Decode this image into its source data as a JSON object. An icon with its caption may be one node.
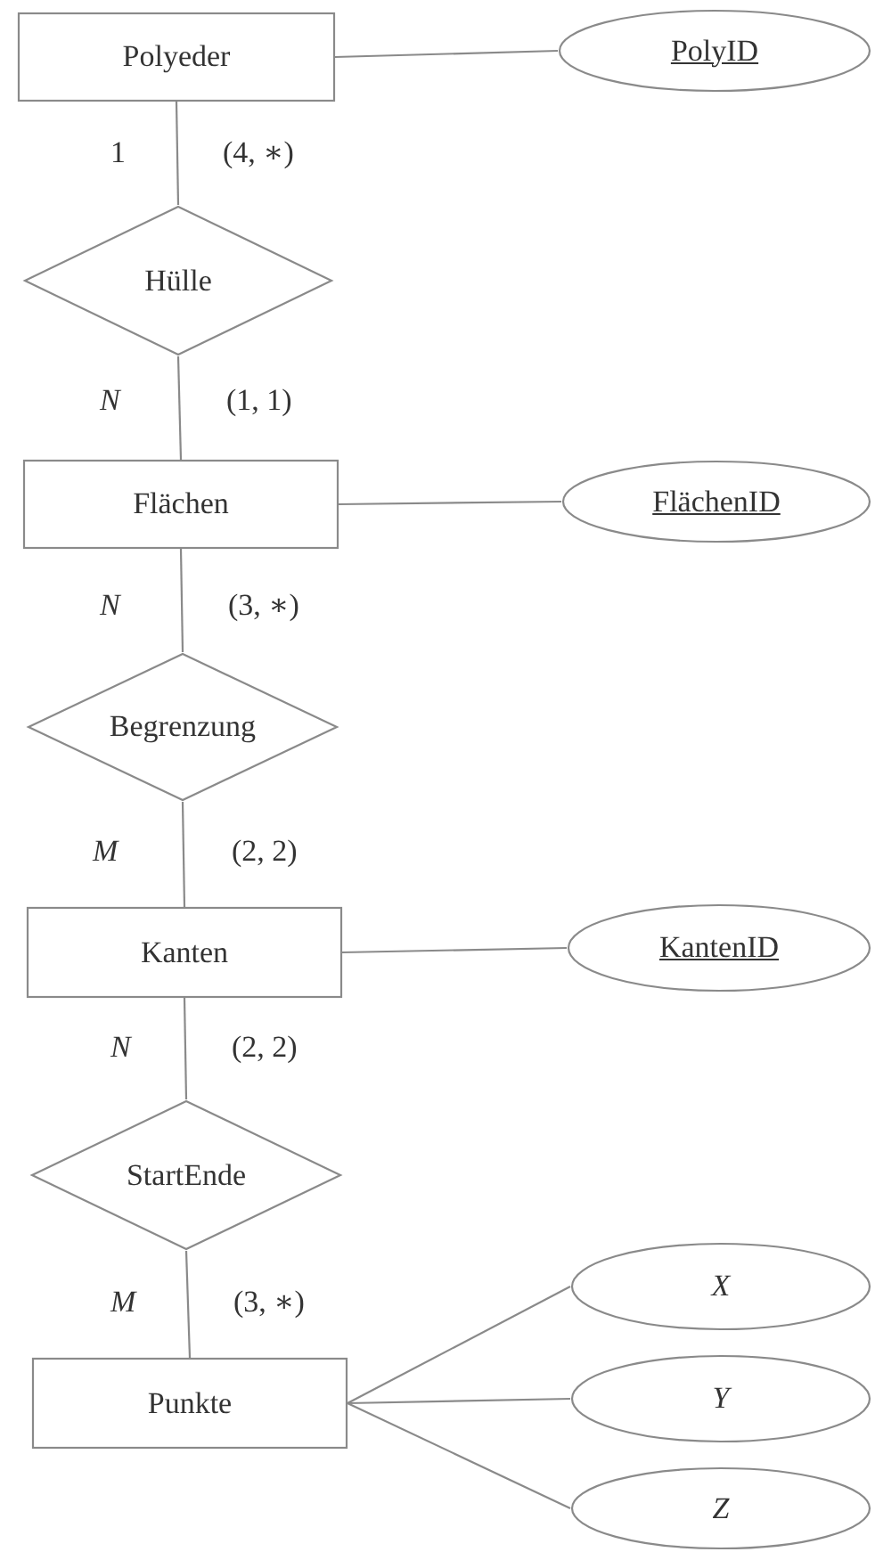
{
  "diagram": {
    "nodes": [
      {
        "text": [
          "Polyeder"
        ]
      },
      {
        "text": [
          "PolyID"
        ]
      },
      {
        "text": [
          "Hülle"
        ]
      },
      {
        "text": [
          "Flächen"
        ]
      },
      {
        "text": [
          "FlächenID"
        ]
      },
      {
        "text": [
          "Begrenzung"
        ]
      },
      {
        "text": [
          "Kanten"
        ]
      },
      {
        "text": [
          "KantenID"
        ]
      },
      {
        "text": [
          "StartEnde"
        ]
      },
      {
        "text": [
          "Punkte"
        ]
      },
      {
        "text": [
          "X"
        ]
      },
      {
        "text": [
          "Y"
        ]
      },
      {
        "text": [
          "Z"
        ]
      }
    ],
    "edges": [
      {
        "from": 0,
        "to": 1,
        "arrow": "none"
      },
      {
        "from": 0,
        "to": 2,
        "arrow": "none"
      },
      {
        "from": 2,
        "to": 3,
        "arrow": "none"
      },
      {
        "from": 3,
        "to": 4,
        "arrow": "none"
      },
      {
        "from": 3,
        "to": 5,
        "arrow": "none"
      },
      {
        "from": 5,
        "to": 6,
        "arrow": "none"
      },
      {
        "from": 6,
        "to": 7,
        "arrow": "none"
      },
      {
        "from": 6,
        "to": 8,
        "arrow": "none"
      },
      {
        "from": 8,
        "to": 9,
        "arrow": "none"
      },
      {
        "from": 9,
        "to": 10,
        "arrow": "none"
      },
      {
        "from": 9,
        "to": 11,
        "arrow": "none"
      },
      {
        "from": 9,
        "to": 12,
        "arrow": "none"
      }
    ],
    "labels": [
      "1",
      "(4, ∗)",
      "N",
      "(1, 1)",
      "N",
      "(3, ∗)",
      "M",
      "(2, 2)",
      "N",
      "(2, 2)",
      "M",
      "(3, ∗)"
    ]
  }
}
